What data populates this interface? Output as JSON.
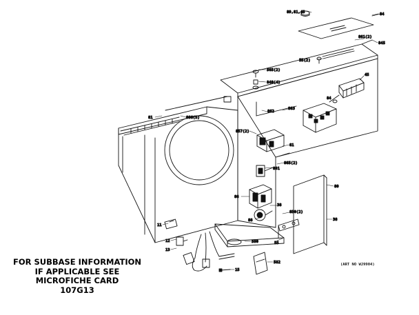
{
  "note": {
    "lines": [
      "FOR SUBBASE INFORMATION",
      "IF APPLICABLE SEE",
      "MICROFICHE CARD",
      "107G13"
    ]
  },
  "art_number": "(ART NO WJ9904)",
  "callouts": {
    "c1": "89,81,45",
    "c2": "84",
    "c3": "861(2)",
    "c4": "845",
    "c5": "55(2)",
    "c6": "565(2)",
    "c7": "840(4)",
    "c8": "45",
    "c9": "81",
    "c10": "866(5)",
    "c11": "862",
    "c12": "863",
    "c13": "84",
    "c14": "857(2)",
    "c15": "81",
    "c16": "865(2)",
    "c17": "86",
    "c18": "891",
    "c19": "38",
    "c20": "88",
    "c21": "80",
    "c22": "850(2)",
    "c23": "11",
    "c24": "12",
    "c25": "13",
    "c26": "580",
    "c27": "55",
    "c28": "582",
    "c29": "15"
  }
}
